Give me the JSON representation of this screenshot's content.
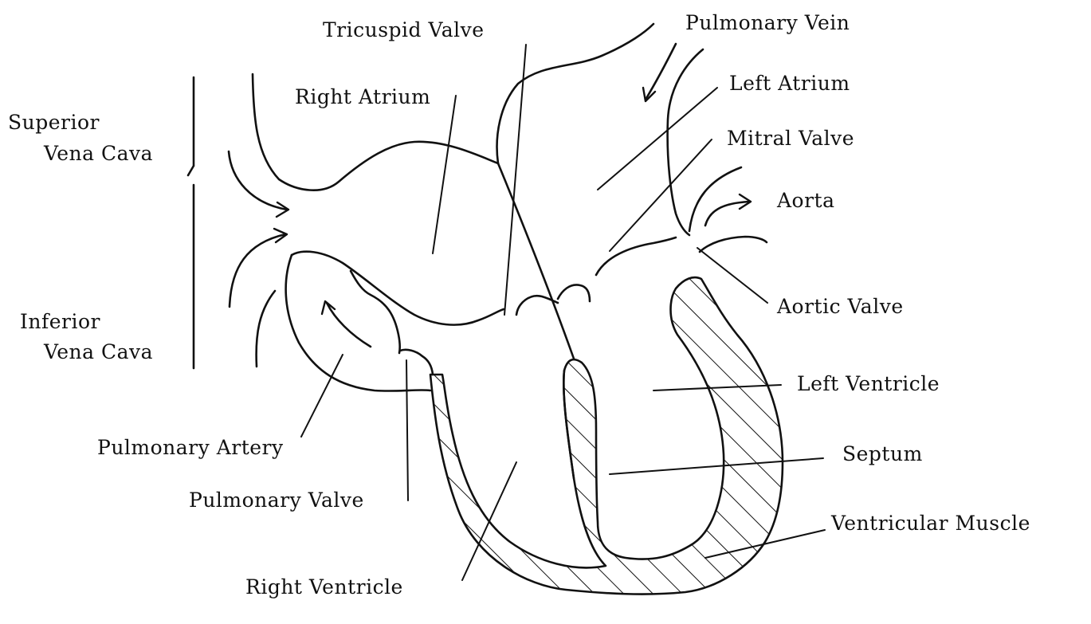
{
  "labels": {
    "tricuspid_valve": "Tricuspid Valve",
    "pulmonary_vein": "Pulmonary Vein",
    "right_atrium": "Right Atrium",
    "left_atrium": "Left Atrium",
    "superior_vena_cava_line1": "Superior",
    "superior_vena_cava_line2": "Vena Cava",
    "mitral_valve": "Mitral Valve",
    "aorta": "Aorta",
    "aortic_valve": "Aortic Valve",
    "inferior_vena_cava_line1": "Inferior",
    "inferior_vena_cava_line2": "Vena Cava",
    "left_ventricle": "Left Ventricle",
    "pulmonary_artery": "Pulmonary Artery",
    "septum": "Septum",
    "pulmonary_valve": "Pulmonary Valve",
    "ventricular_muscle": "Ventricular Muscle",
    "right_ventricle": "Right Ventricle"
  }
}
